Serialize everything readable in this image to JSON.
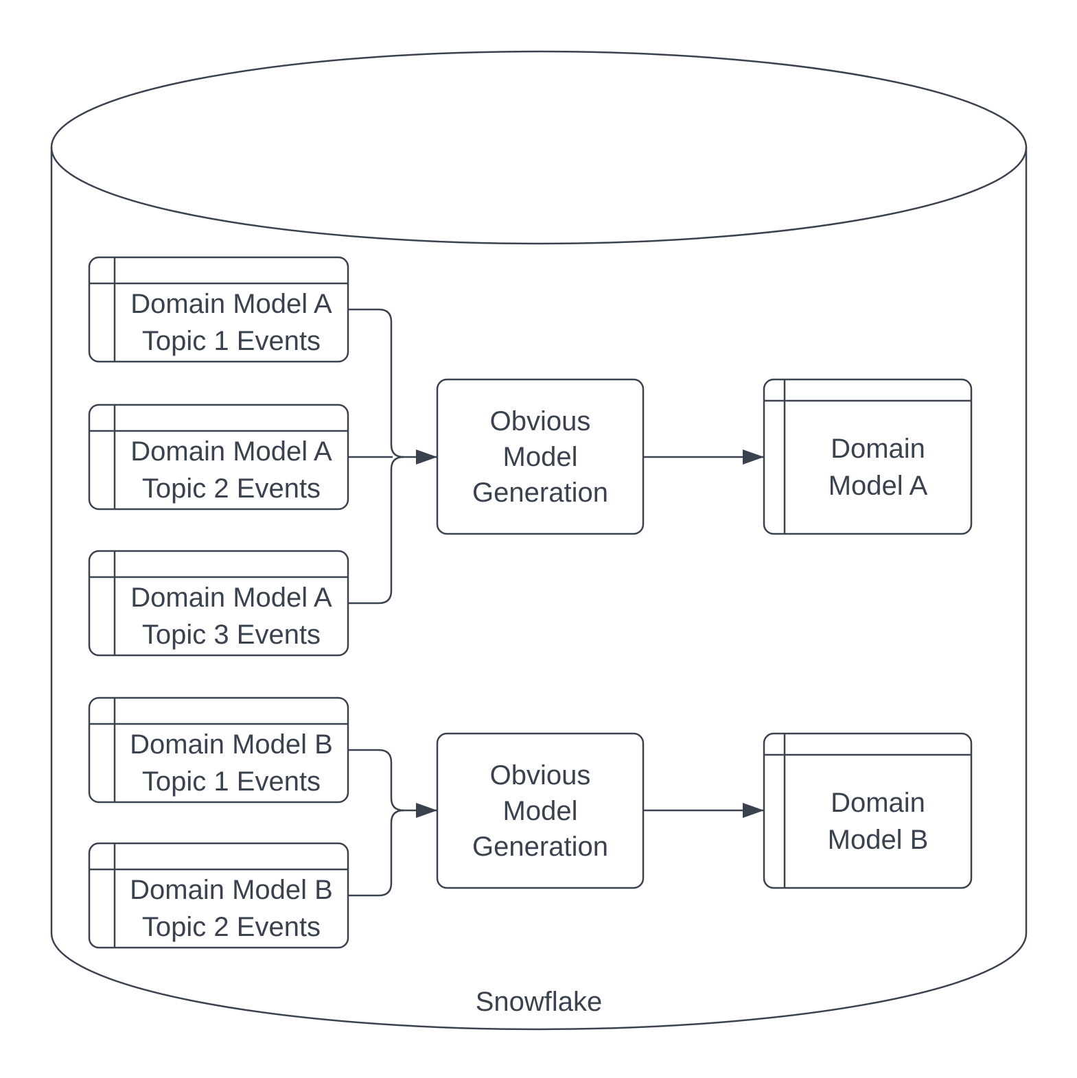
{
  "container": {
    "label": "Snowflake",
    "shape": "cylinder"
  },
  "colors": {
    "stroke": "#3a4250",
    "text": "#3a4250",
    "background": "#ffffff"
  },
  "nodes": {
    "a1": {
      "line1": "Domain Model A",
      "line2": "Topic 1 Events"
    },
    "a2": {
      "line1": "Domain Model A",
      "line2": "Topic 2 Events"
    },
    "a3": {
      "line1": "Domain Model A",
      "line2": "Topic 3 Events"
    },
    "b1": {
      "line1": "Domain Model B",
      "line2": "Topic 1 Events"
    },
    "b2": {
      "line1": "Domain Model B",
      "line2": "Topic 2 Events"
    },
    "process_a": {
      "line1": "Obvious",
      "line2": "Model",
      "line3": "Generation"
    },
    "process_b": {
      "line1": "Obvious",
      "line2": "Model",
      "line3": "Generation"
    },
    "out_a": {
      "line1": "Domain",
      "line2": "Model A"
    },
    "out_b": {
      "line1": "Domain",
      "line2": "Model B"
    }
  },
  "flows": [
    {
      "sources": [
        "a1",
        "a2",
        "a3"
      ],
      "process": "process_a",
      "output": "out_a"
    },
    {
      "sources": [
        "b1",
        "b2"
      ],
      "process": "process_b",
      "output": "out_b"
    }
  ]
}
